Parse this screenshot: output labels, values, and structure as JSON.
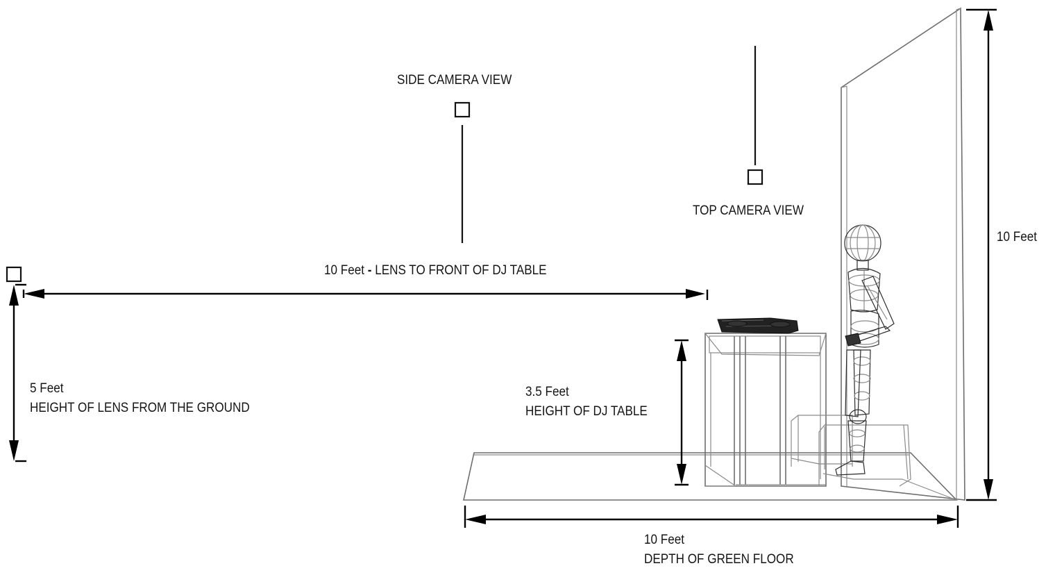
{
  "labels": {
    "side_camera": "SIDE CAMERA VIEW",
    "top_camera": "TOP CAMERA VIEW",
    "lens_distance_a": "10 Feet ",
    "lens_distance_sep": "-",
    "lens_distance_b": " LENS TO FRONT OF DJ TABLE",
    "wall_height": "10 Feet",
    "lens_height_value": "5 Feet",
    "lens_height_desc": "HEIGHT OF LENS FROM THE GROUND",
    "table_height_value": "3.5 Feet",
    "table_height_desc": "HEIGHT OF DJ TABLE",
    "floor_depth_value": "10 Feet",
    "floor_depth_desc": "DEPTH OF GREEN FLOOR"
  }
}
